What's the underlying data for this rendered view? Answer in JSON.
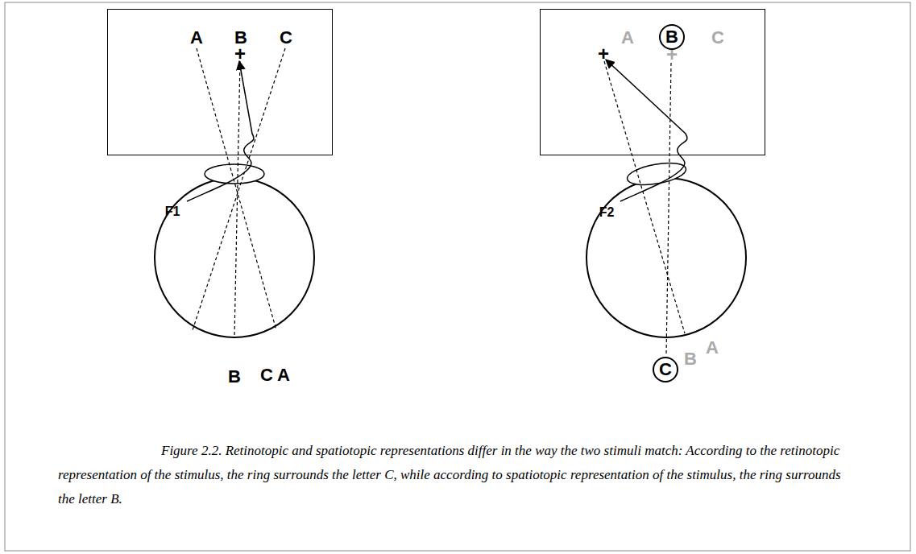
{
  "diagram": {
    "caption": "Figure 2.2. Retinotopic and spatiotopic representations differ in the way the two stimuli match: According to the retinotopic representation of the stimulus, the ring surrounds the letter C, while according to spatiotopic representation of the stimulus, the ring surrounds the letter B.",
    "nodes": [
      {
        "text": [
          "A",
          "B",
          "C",
          "+"
        ]
      },
      {
        "text": [
          "A",
          "C",
          "+",
          "+"
        ]
      },
      {
        "text": [
          "B"
        ],
        "in": 1
      },
      {
        "text": [
          "C"
        ]
      }
    ],
    "labels": [
      "F1",
      "C",
      "B",
      "A",
      "F2",
      "B",
      "A"
    ]
  }
}
